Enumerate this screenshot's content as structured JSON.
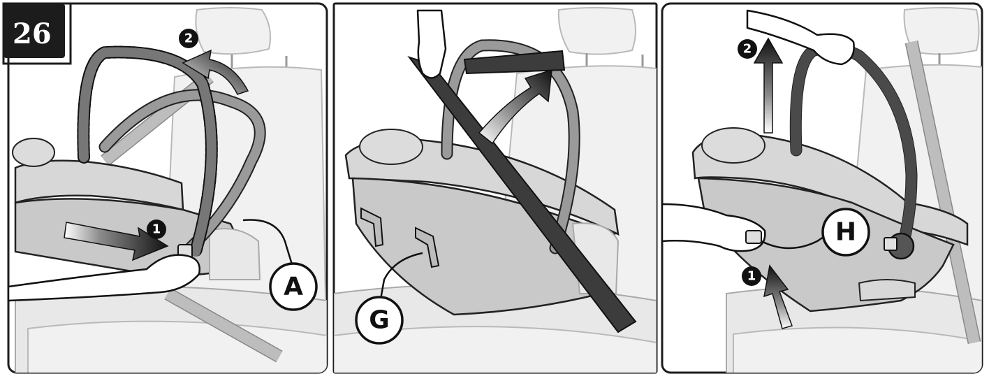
{
  "step_number": "26",
  "panels": [
    {
      "id": "panel-1",
      "callouts": [
        {
          "letter": "A"
        }
      ],
      "steps": [
        {
          "num": "1"
        },
        {
          "num": "2"
        }
      ]
    },
    {
      "id": "panel-2",
      "callouts": [
        {
          "letter": "G"
        }
      ],
      "steps": []
    },
    {
      "id": "panel-3",
      "callouts": [
        {
          "letter": "H"
        }
      ],
      "steps": [
        {
          "num": "1"
        },
        {
          "num": "2"
        }
      ]
    }
  ],
  "colors": {
    "ink": "#1c1c1c",
    "carrier": "#c9c9c9",
    "seat": "#f1f1f1",
    "belt": "#bdbdbd",
    "handle_dark": "#4a4a4a"
  }
}
